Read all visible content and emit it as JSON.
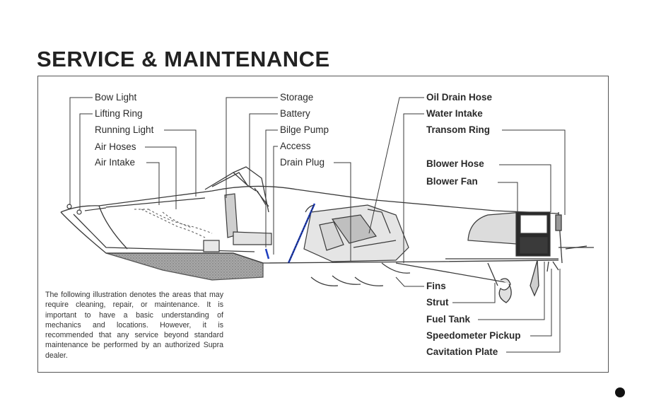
{
  "title": "SERVICE & MAINTENANCE",
  "labels": {
    "bow_light": "Bow Light",
    "lifting_ring": "Lifting Ring",
    "running_light": "Running Light",
    "air_hoses": "Air Hoses",
    "air_intake": "Air Intake",
    "storage": "Storage",
    "battery": "Battery",
    "bilge_pump": "Bilge Pump",
    "access": "Access",
    "drain_plug": "Drain Plug",
    "oil_drain_hose": "Oil Drain Hose",
    "water_intake": "Water Intake",
    "transom_ring": "Transom Ring",
    "blower_hose": "Blower Hose",
    "blower_fan": "Blower Fan",
    "fins": "Fins",
    "strut": "Strut",
    "fuel_tank": "Fuel Tank",
    "speedometer_pickup": "Speedometer Pickup",
    "cavitation_plate": "Cavitation Plate"
  },
  "note": "The following illustration denotes the areas that may require cleaning, repair, or maintenance. It is important to have a basic understanding of mechanics and locations. However, it is recommended that any service beyond standard maintenance be performed by an authorized Supra dealer.",
  "colors": {
    "line": "#3a3a3a",
    "hull_shade": "#9a9a9a",
    "accent_blue": "#1f3fbf"
  }
}
